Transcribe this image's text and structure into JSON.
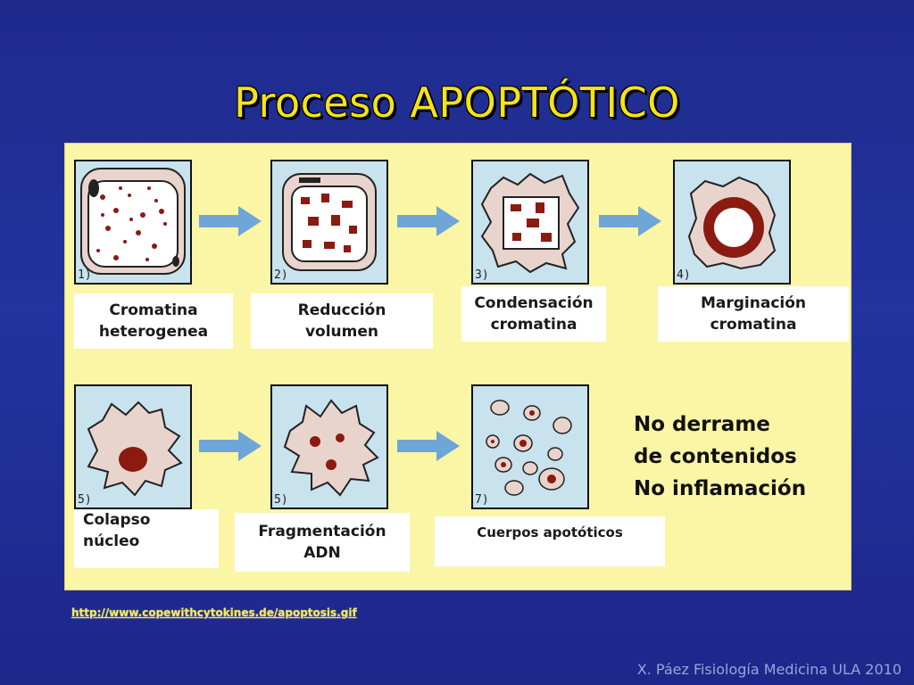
{
  "slide": {
    "title": "Proceso APOPTÓTICO",
    "source_link": "http://www.copewithcytokines.de/apoptosis.gif",
    "footer": "X. Páez Fisiología Medicina ULA 2010"
  },
  "colors": {
    "background": "#1f2b90",
    "title": "#f5e21a",
    "panel": "#fbf6a6",
    "cell_background": "#c8e2ee",
    "chromatin": "#8b1a10",
    "arrow": "#6fa6d8"
  },
  "stages": [
    {
      "number": "1)",
      "label_line1": "Cromatina",
      "label_line2": "heterogenea"
    },
    {
      "number": "2)",
      "label_line1": "Reducción",
      "label_line2": "volumen"
    },
    {
      "number": "3)",
      "label_line1": "Condensación",
      "label_line2": "cromatina"
    },
    {
      "number": "4)",
      "label_line1": "Marginación",
      "label_line2": "cromatina"
    },
    {
      "number": "5)",
      "label_line1": "Colapso",
      "label_line2": "núcleo"
    },
    {
      "number": "5)",
      "label_line1": "Fragmentación",
      "label_line2": "ADN"
    },
    {
      "number": "7)",
      "label_line1": "Cuerpos apotóticos",
      "label_line2": ""
    }
  ],
  "note": {
    "line1": "No derrame",
    "line2": "de contenidos",
    "line3": "No inflamación"
  }
}
